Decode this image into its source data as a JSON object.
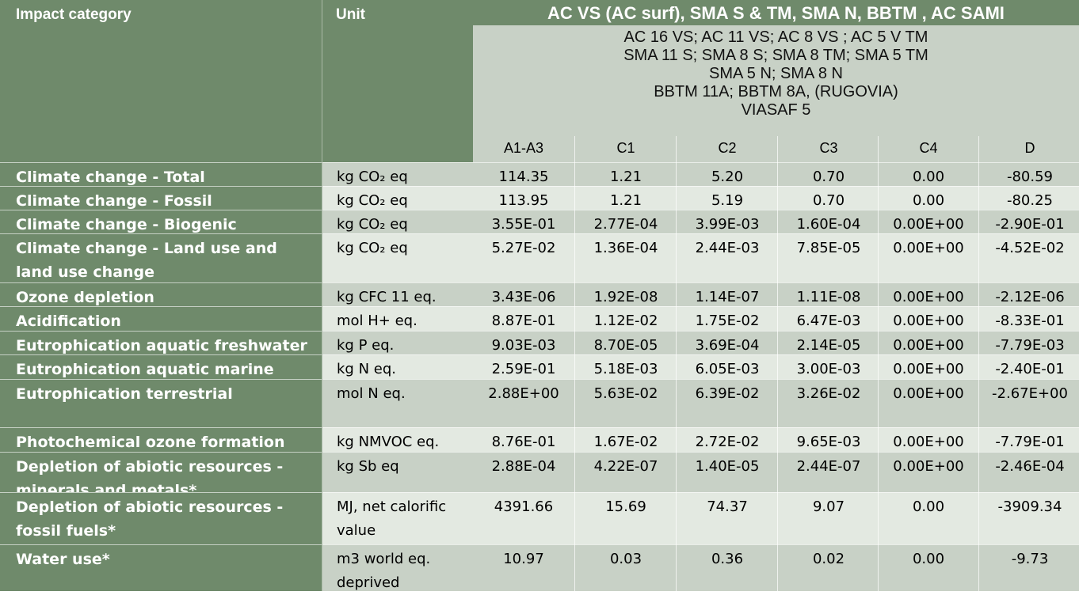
{
  "header": {
    "impact_category": "Impact category",
    "unit": "Unit",
    "banner": "AC VS (AC surf), SMA S & TM, SMA N, BBTM , AC SAMI",
    "subtitle_lines": [
      "AC 16 VS; AC 11 VS; AC 8 VS ; AC 5 V TM",
      "SMA 11 S; SMA 8 S; SMA 8 TM; SMA 5 TM",
      "SMA 5 N; SMA 8 N",
      "BBTM 11A; BBTM 8A, (RUGOVIA)",
      "VIASAF 5"
    ],
    "columns": [
      "A1-A3",
      "C1",
      "C2",
      "C3",
      "C4",
      "D"
    ]
  },
  "rows": [
    {
      "category": "Climate change - Total",
      "unit": "kg CO₂ eq",
      "values": [
        "114.35",
        "1.21",
        "5.20",
        "0.70",
        "0.00",
        "-80.59"
      ]
    },
    {
      "category": "Climate change - Fossil",
      "unit": "kg CO₂ eq",
      "values": [
        "113.95",
        "1.21",
        "5.19",
        "0.70",
        "0.00",
        "-80.25"
      ]
    },
    {
      "category": "Climate change - Biogenic",
      "unit": "kg CO₂ eq",
      "values": [
        "3.55E-01",
        "2.77E-04",
        "3.99E-03",
        "1.60E-04",
        "0.00E+00",
        "-2.90E-01"
      ]
    },
    {
      "category": "Climate change - Land use and land use change",
      "unit": "kg CO₂ eq",
      "values": [
        "5.27E-02",
        "1.36E-04",
        "2.44E-03",
        "7.85E-05",
        "0.00E+00",
        "-4.52E-02"
      ]
    },
    {
      "category": "Ozone depletion",
      "unit": "kg CFC 11 eq.",
      "values": [
        "3.43E-06",
        "1.92E-08",
        "1.14E-07",
        "1.11E-08",
        "0.00E+00",
        "-2.12E-06"
      ]
    },
    {
      "category": "Acidification",
      "unit": "mol H+ eq.",
      "values": [
        "8.87E-01",
        "1.12E-02",
        "1.75E-02",
        "6.47E-03",
        "0.00E+00",
        "-8.33E-01"
      ]
    },
    {
      "category": "Eutrophication aquatic freshwater",
      "unit": "kg P eq.",
      "values": [
        "9.03E-03",
        "8.70E-05",
        "3.69E-04",
        "2.14E-05",
        "0.00E+00",
        "-7.79E-03"
      ]
    },
    {
      "category": "Eutrophication aquatic marine",
      "unit": "kg N eq.",
      "values": [
        "2.59E-01",
        "5.18E-03",
        "6.05E-03",
        "3.00E-03",
        "0.00E+00",
        "-2.40E-01"
      ]
    },
    {
      "category": "Eutrophication terrestrial",
      "unit": "mol N eq.",
      "values": [
        "2.88E+00",
        "5.63E-02",
        "6.39E-02",
        "3.26E-02",
        "0.00E+00",
        "-2.67E+00"
      ]
    },
    {
      "category": "Photochemical ozone formation",
      "unit": "kg NMVOC eq.",
      "values": [
        "8.76E-01",
        "1.67E-02",
        "2.72E-02",
        "9.65E-03",
        "0.00E+00",
        "-7.79E-01"
      ]
    },
    {
      "category": "Depletion of abiotic resources - minerals and metals*",
      "unit": "kg Sb eq",
      "values": [
        "2.88E-04",
        "4.22E-07",
        "1.40E-05",
        "2.44E-07",
        "0.00E+00",
        "-2.46E-04"
      ]
    },
    {
      "category": "Depletion of abiotic resources - fossil fuels*",
      "unit": "MJ, net calorific value",
      "values": [
        "4391.66",
        "15.69",
        "74.37",
        "9.07",
        "0.00",
        "-3909.34"
      ]
    },
    {
      "category": "Water use*",
      "unit": "m3 world eq. deprived",
      "values": [
        "10.97",
        "0.03",
        "0.36",
        "0.02",
        "0.00",
        "-9.73"
      ]
    }
  ]
}
